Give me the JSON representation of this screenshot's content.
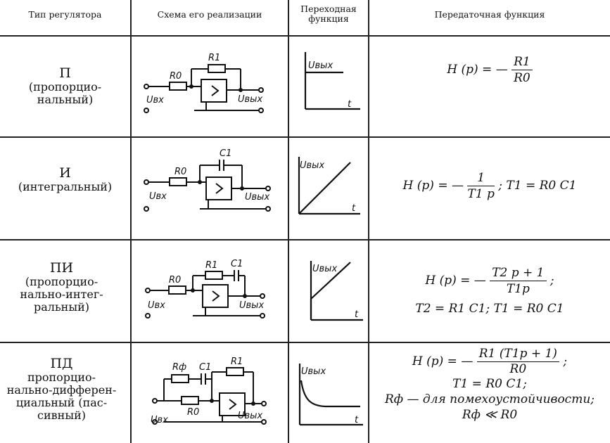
{
  "header": {
    "col1": "Тип регулятора",
    "col2": "Схема его реализации",
    "col3": "Переходная функция",
    "col4": "Передаточная функция"
  },
  "rows": [
    {
      "abbr": "П",
      "desc": "(пропорцио-\nнальный)",
      "scheme": {
        "r_in": "R0",
        "r_fb": "R1",
        "c_fb": "",
        "r_f": "",
        "c_f": "",
        "u_in": "Uвх",
        "u_out": "Uвых"
      },
      "graph": {
        "y": "Uвых",
        "x": "t",
        "shape": "step"
      },
      "formula": {
        "lhs": "H (p) = —",
        "num": "R1",
        "den": "R0",
        "tail": ""
      }
    },
    {
      "abbr": "И",
      "desc": "(интегральный)",
      "scheme": {
        "r_in": "R0",
        "c_fb": "C1",
        "u_in": "Uвх",
        "u_out": "Uвых"
      },
      "graph": {
        "y": "Uвых",
        "x": "t",
        "shape": "ramp"
      },
      "formula": {
        "lhs": "H (p) = —",
        "num": "1",
        "den": "T1 p",
        "tail": "; T1 = R0 C1"
      }
    },
    {
      "abbr": "ПИ",
      "desc": "(пропорцио-\nнально-интег-\nральный)",
      "scheme": {
        "r_in": "R0",
        "r_fb": "R1",
        "c_fb": "C1",
        "u_in": "Uвх",
        "u_out": "Uвых"
      },
      "graph": {
        "y": "Uвых",
        "x": "t",
        "shape": "step-ramp"
      },
      "formula": {
        "lhs": "H (p) = —",
        "num": "T2 p + 1",
        "den": "T1p",
        "tail": ";",
        "line2": "T2 = R1 C1;  T1 = R0 C1"
      }
    },
    {
      "abbr": "ПД",
      "desc": "пропорцио-\nнально-дифферен-\nциальный   (пас-\nсивный)",
      "scheme": {
        "r_in": "R0",
        "r_fb": "R1",
        "r_f": "Rф",
        "c_f": "C1",
        "u_in": "Uвх",
        "u_out": "Uвых"
      },
      "graph": {
        "y": "Uвых",
        "x": "t",
        "shape": "decay"
      },
      "formula": {
        "lhs": "H (p) = —",
        "num": "R1 (T1p + 1)",
        "den": "R0",
        "tail": ";",
        "line2": "T1 = R0 C1;",
        "line3": "Rф — для помехоустойчивости;",
        "line4": "Rф ≪ R0"
      }
    }
  ]
}
